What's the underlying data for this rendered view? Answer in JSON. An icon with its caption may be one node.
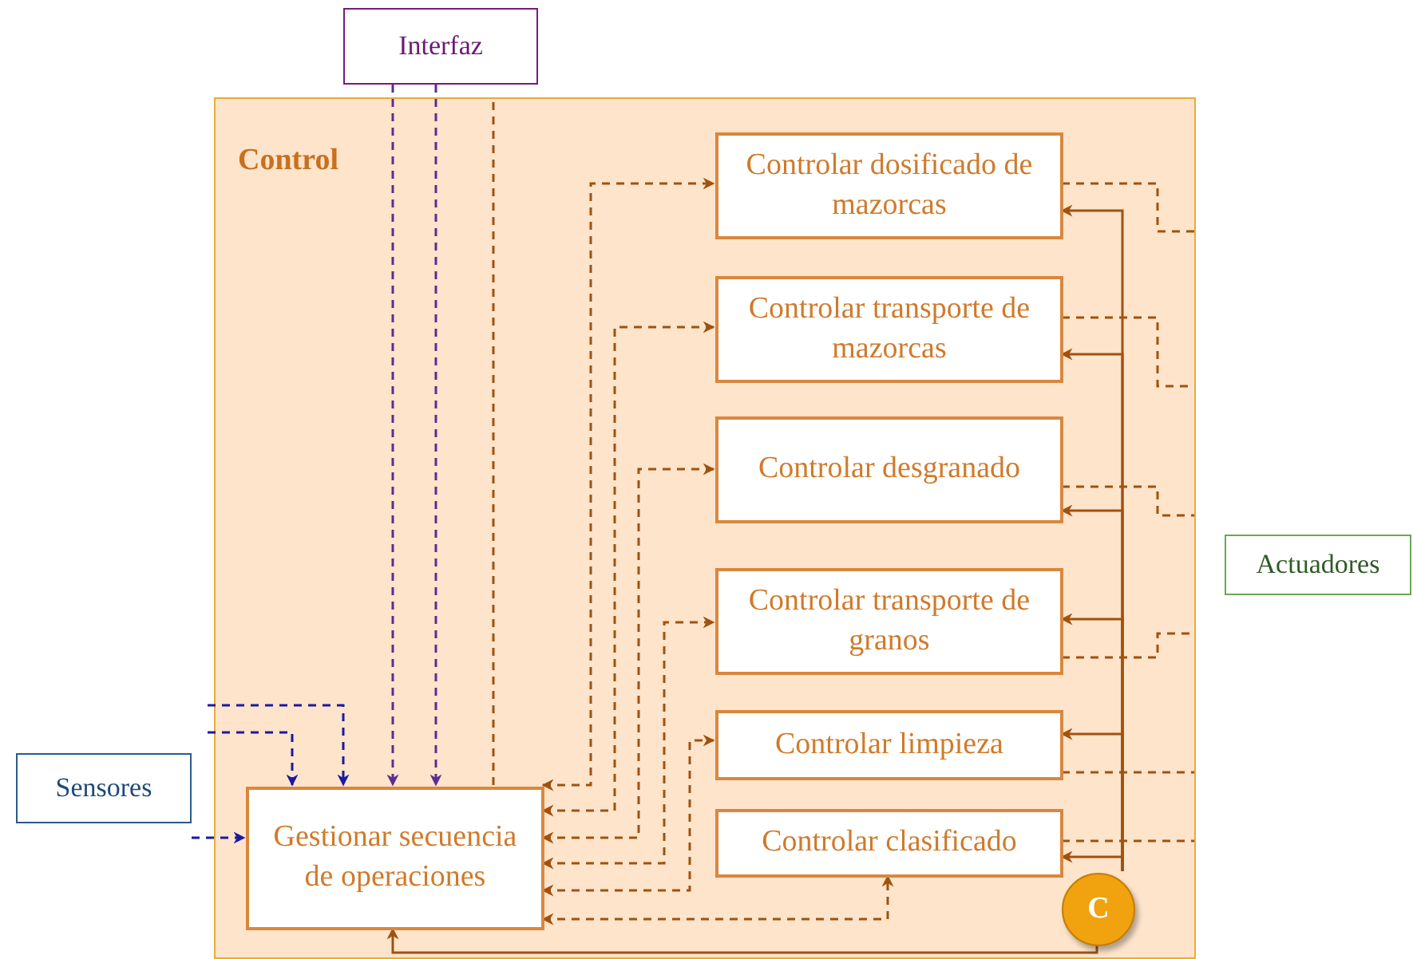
{
  "diagram": {
    "nodes": [
      {
        "text": [
          "Control"
        ]
      },
      {
        "text": [
          "Interfaz"
        ]
      },
      {
        "text": [
          "Sensores"
        ]
      },
      {
        "text": [
          "Actuadores"
        ]
      },
      {
        "text": [
          "Gestionar secuencia de operaciones"
        ],
        "in": 0
      },
      {
        "text": [
          "Controlar dosificado de mazorcas"
        ],
        "in": 0
      },
      {
        "text": [
          "Controlar transporte de mazorcas"
        ],
        "in": 0
      },
      {
        "text": [
          "Controlar desgranado"
        ],
        "in": 0
      },
      {
        "text": [
          "Controlar transporte de granos"
        ],
        "in": 0
      },
      {
        "text": [
          "Controlar limpieza"
        ],
        "in": 0
      },
      {
        "text": [
          "Controlar clasificado"
        ],
        "in": 0
      },
      {
        "text": [
          "C"
        ],
        "in": 0
      }
    ],
    "edges": [
      {
        "from": 1,
        "to": 4,
        "arrow": "to",
        "style": "dashed",
        "color": "#5c2d91"
      },
      {
        "from": 1,
        "to": 4,
        "arrow": "to",
        "style": "dashed",
        "color": "#5c2d91"
      },
      {
        "from": 4,
        "to": null,
        "arrow": "none",
        "style": "dashed"
      },
      {
        "from": null,
        "to": 4,
        "arrow": "to",
        "style": "dashed",
        "color": "#1a1aa0"
      },
      {
        "from": null,
        "to": 4,
        "arrow": "to",
        "style": "dashed",
        "color": "#1a1aa0"
      },
      {
        "from": 2,
        "to": 4,
        "arrow": "to",
        "style": "dashed",
        "color": "#1a1aa0"
      },
      {
        "from": 4,
        "to": 5,
        "arrow": "both",
        "style": "dashed"
      },
      {
        "from": 4,
        "to": 6,
        "arrow": "both",
        "style": "dashed"
      },
      {
        "from": 4,
        "to": 7,
        "arrow": "both",
        "style": "dashed"
      },
      {
        "from": 4,
        "to": 8,
        "arrow": "both",
        "style": "dashed"
      },
      {
        "from": 4,
        "to": 9,
        "arrow": "both",
        "style": "dashed"
      },
      {
        "from": 4,
        "to": 10,
        "arrow": "both",
        "style": "dashed"
      },
      {
        "from": 5,
        "to": null,
        "arrow": "none",
        "style": "dashed"
      },
      {
        "from": 6,
        "to": null,
        "arrow": "none",
        "style": "dashed"
      },
      {
        "from": 7,
        "to": null,
        "arrow": "none",
        "style": "dashed"
      },
      {
        "from": 8,
        "to": null,
        "arrow": "none",
        "style": "dashed"
      },
      {
        "from": 9,
        "to": null,
        "arrow": "none",
        "style": "dashed"
      },
      {
        "from": 10,
        "to": null,
        "arrow": "none",
        "style": "dashed"
      },
      {
        "from": 11,
        "to": 5,
        "arrow": "to"
      },
      {
        "from": 11,
        "to": 6,
        "arrow": "to"
      },
      {
        "from": 11,
        "to": 7,
        "arrow": "to"
      },
      {
        "from": 11,
        "to": 8,
        "arrow": "to"
      },
      {
        "from": 11,
        "to": 9,
        "arrow": "to"
      },
      {
        "from": 11,
        "to": 10,
        "arrow": "to"
      },
      {
        "from": 11,
        "to": 4,
        "arrow": "to"
      }
    ]
  }
}
